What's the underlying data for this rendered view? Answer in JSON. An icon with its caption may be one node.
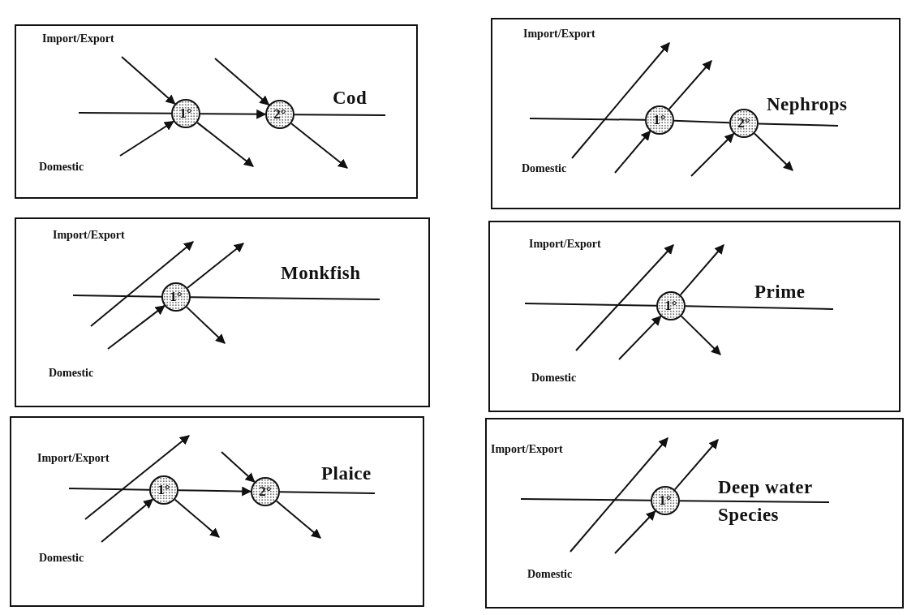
{
  "diagram": {
    "nodes": [
      {
        "text": [
          "Import/Export",
          "Domestic",
          "Cod"
        ]
      },
      {
        "text": [
          "1°"
        ],
        "in": 0
      },
      {
        "text": [
          "2°"
        ],
        "in": 0
      },
      {
        "text": [
          "Import/Export",
          "Domestic",
          "Nephrops"
        ]
      },
      {
        "text": [
          "1°"
        ],
        "in": 3
      },
      {
        "text": [
          "2°"
        ],
        "in": 3
      },
      {
        "text": [
          "Import/Export",
          "Domestic",
          "Monkfish"
        ]
      },
      {
        "text": [
          "1°"
        ],
        "in": 6
      },
      {
        "text": [
          "Import/Export",
          "Domestic",
          "Prime"
        ]
      },
      {
        "text": [
          "1°"
        ],
        "in": 8
      },
      {
        "text": [
          "Import/Export",
          "Domestic",
          "Plaice"
        ]
      },
      {
        "text": [
          "1°"
        ],
        "in": 10
      },
      {
        "text": [
          "2°"
        ],
        "in": 10
      },
      {
        "text": [
          "Import/Export",
          "Domestic",
          "Deep water Species"
        ]
      },
      {
        "text": [
          "1°"
        ],
        "in": 13
      }
    ],
    "edges": [
      {
        "from": null,
        "to": 1,
        "arrow": "none"
      },
      {
        "from": 1,
        "to": 2,
        "arrow": "to"
      },
      {
        "from": 2,
        "to": null,
        "arrow": "none"
      },
      {
        "from": null,
        "to": 1,
        "arrow": "to"
      },
      {
        "from": null,
        "to": 2,
        "arrow": "to"
      },
      {
        "from": null,
        "to": 1,
        "arrow": "to"
      },
      {
        "from": 1,
        "to": null,
        "arrow": "to"
      },
      {
        "from": 2,
        "to": null,
        "arrow": "to"
      },
      {
        "from": null,
        "to": 4,
        "arrow": "none"
      },
      {
        "from": 4,
        "to": 5,
        "arrow": "none"
      },
      {
        "from": 5,
        "to": null,
        "arrow": "none"
      },
      {
        "from": 4,
        "to": null,
        "arrow": "to"
      },
      {
        "from": null,
        "to": 4,
        "arrow": "to"
      },
      {
        "from": null,
        "to": 5,
        "arrow": "to"
      },
      {
        "from": 5,
        "to": null,
        "arrow": "to"
      },
      {
        "from": null,
        "to": 7,
        "arrow": "none"
      },
      {
        "from": 7,
        "to": null,
        "arrow": "none"
      },
      {
        "from": 7,
        "to": null,
        "arrow": "to"
      },
      {
        "from": null,
        "to": 7,
        "arrow": "to"
      },
      {
        "from": 7,
        "to": null,
        "arrow": "to"
      },
      {
        "from": null,
        "to": 9,
        "arrow": "none"
      },
      {
        "from": 9,
        "to": null,
        "arrow": "none"
      },
      {
        "from": 9,
        "to": null,
        "arrow": "to"
      },
      {
        "from": null,
        "to": 9,
        "arrow": "to"
      },
      {
        "from": 9,
        "to": null,
        "arrow": "to"
      },
      {
        "from": null,
        "to": 11,
        "arrow": "none"
      },
      {
        "from": 11,
        "to": 12,
        "arrow": "to"
      },
      {
        "from": 12,
        "to": null,
        "arrow": "none"
      },
      {
        "from": null,
        "to": 12,
        "arrow": "to"
      },
      {
        "from": null,
        "to": 11,
        "arrow": "to"
      },
      {
        "from": 11,
        "to": null,
        "arrow": "to"
      },
      {
        "from": 12,
        "to": null,
        "arrow": "to"
      },
      {
        "from": null,
        "to": 14,
        "arrow": "none"
      },
      {
        "from": 14,
        "to": null,
        "arrow": "none"
      },
      {
        "from": 14,
        "to": null,
        "arrow": "to"
      },
      {
        "from": null,
        "to": 14,
        "arrow": "to"
      }
    ]
  }
}
